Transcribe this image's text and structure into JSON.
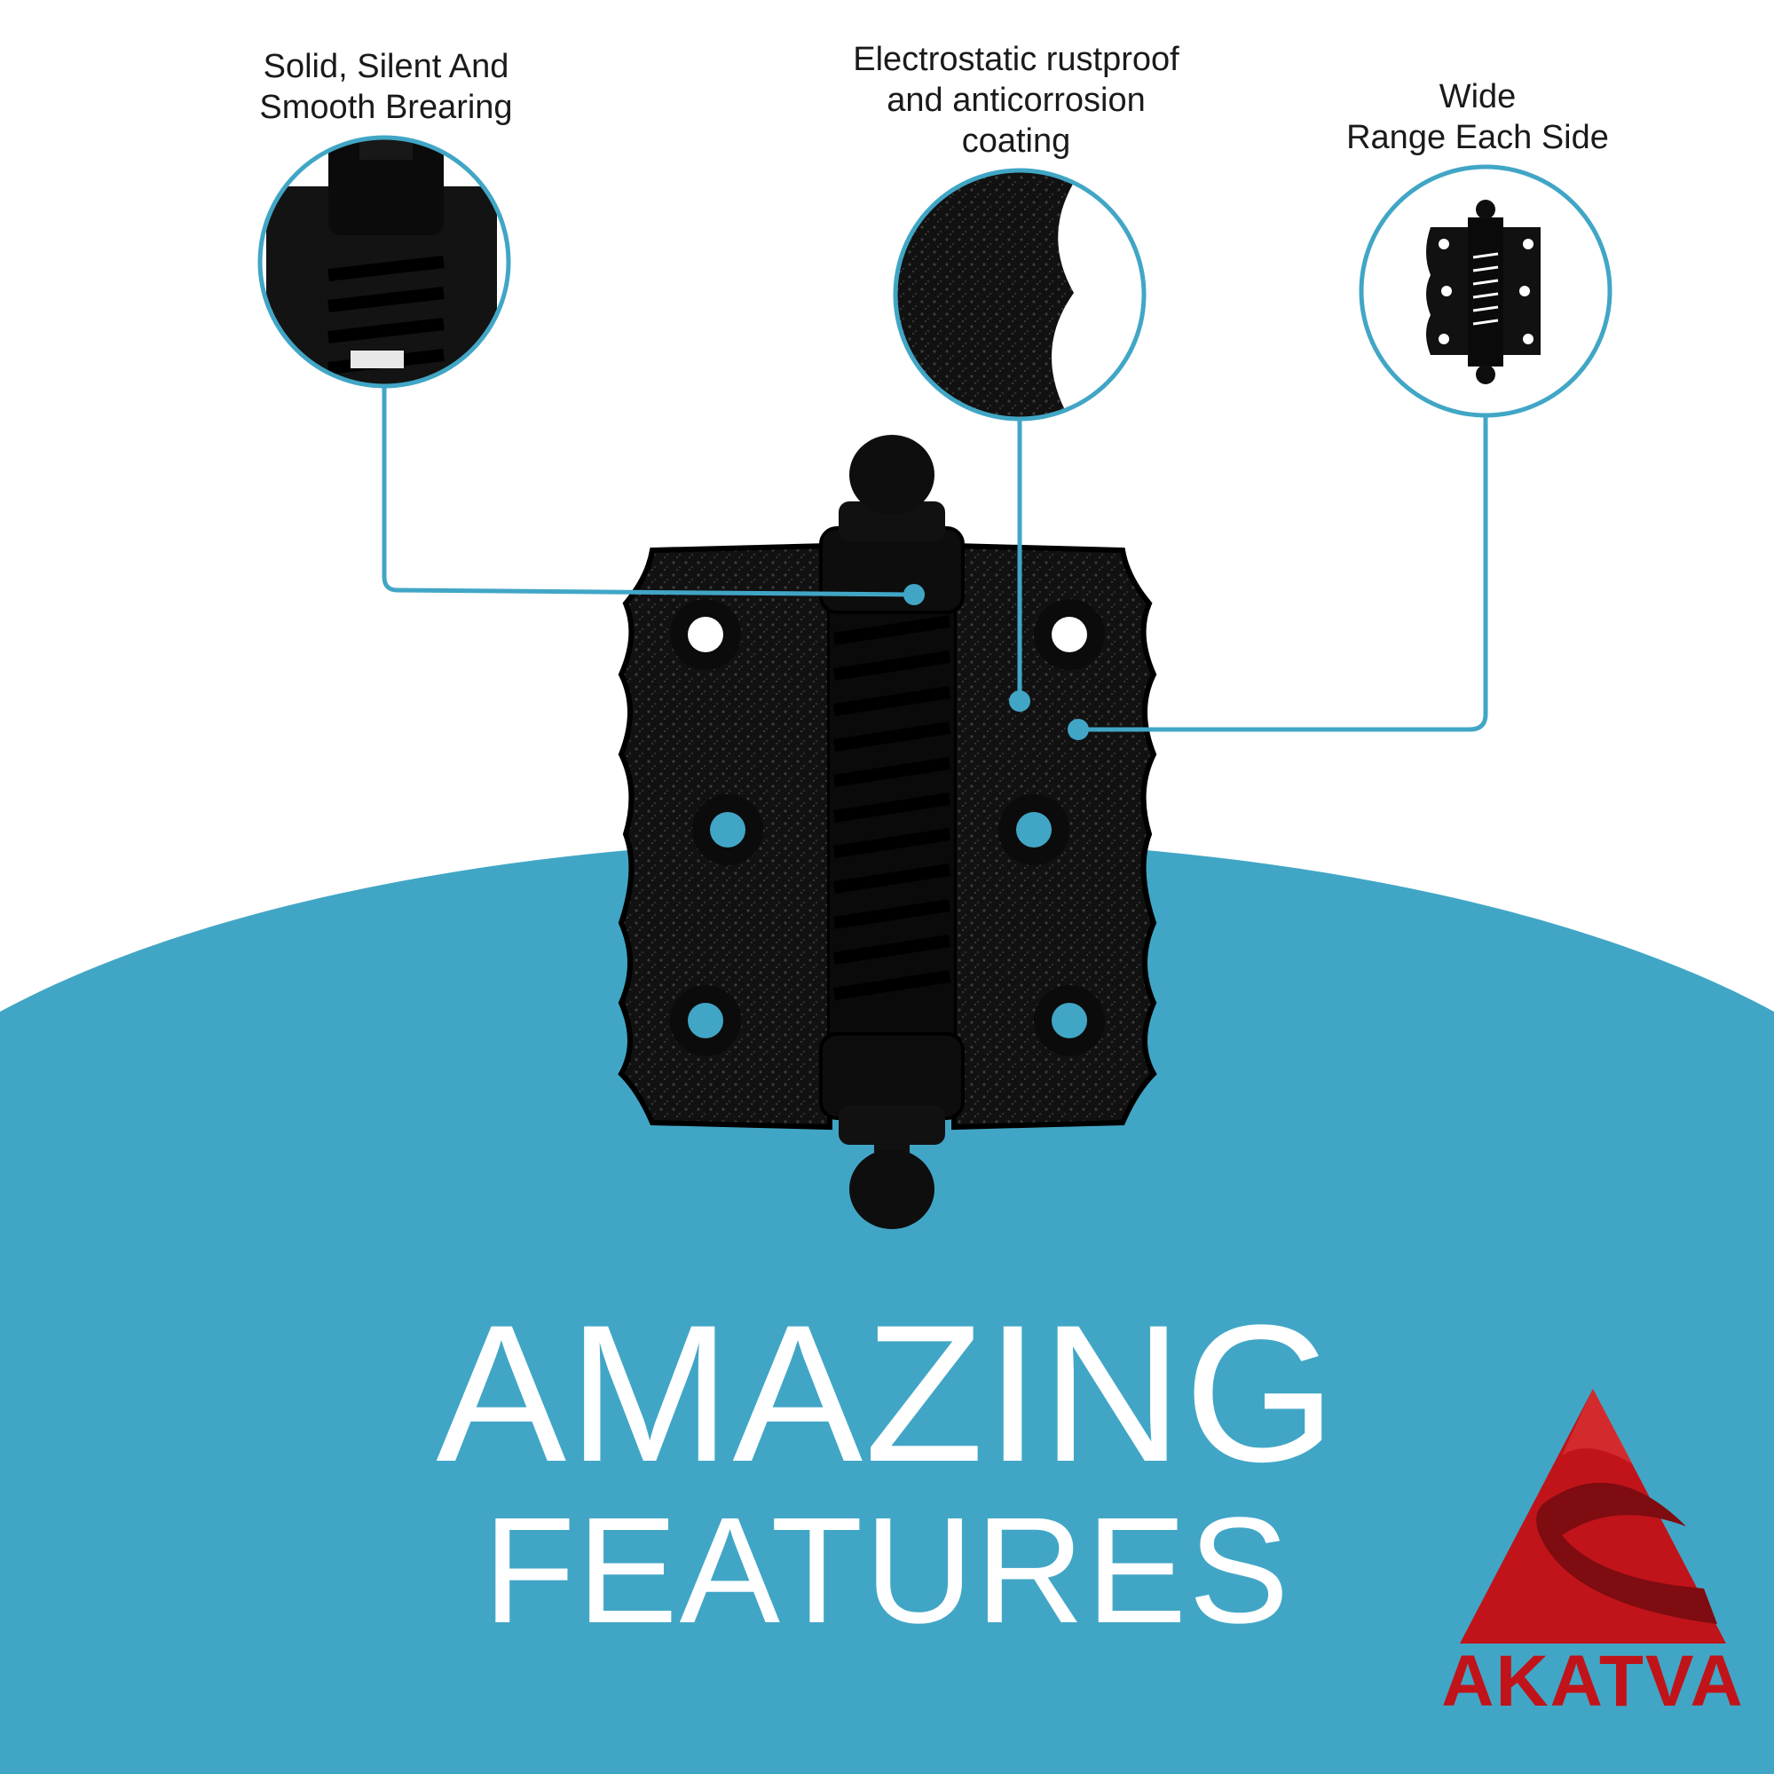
{
  "callouts": [
    {
      "lines": [
        "Solid, Silent And",
        "Smooth Brearing"
      ]
    },
    {
      "lines": [
        "Electrostatic rustproof",
        "and anticorrosion",
        "coating"
      ]
    },
    {
      "lines": [
        "Wide",
        "Range Each Side"
      ]
    }
  ],
  "headline": {
    "line1": "AMAZING",
    "line2": "FEATURES"
  },
  "brand": {
    "name": "AKATVA"
  },
  "colors": {
    "accent_teal": "#41a6c6",
    "background": "#ffffff",
    "hinge_black": "#101010",
    "brand_red": "#c0141a",
    "text_dark": "#1a1a1a"
  }
}
